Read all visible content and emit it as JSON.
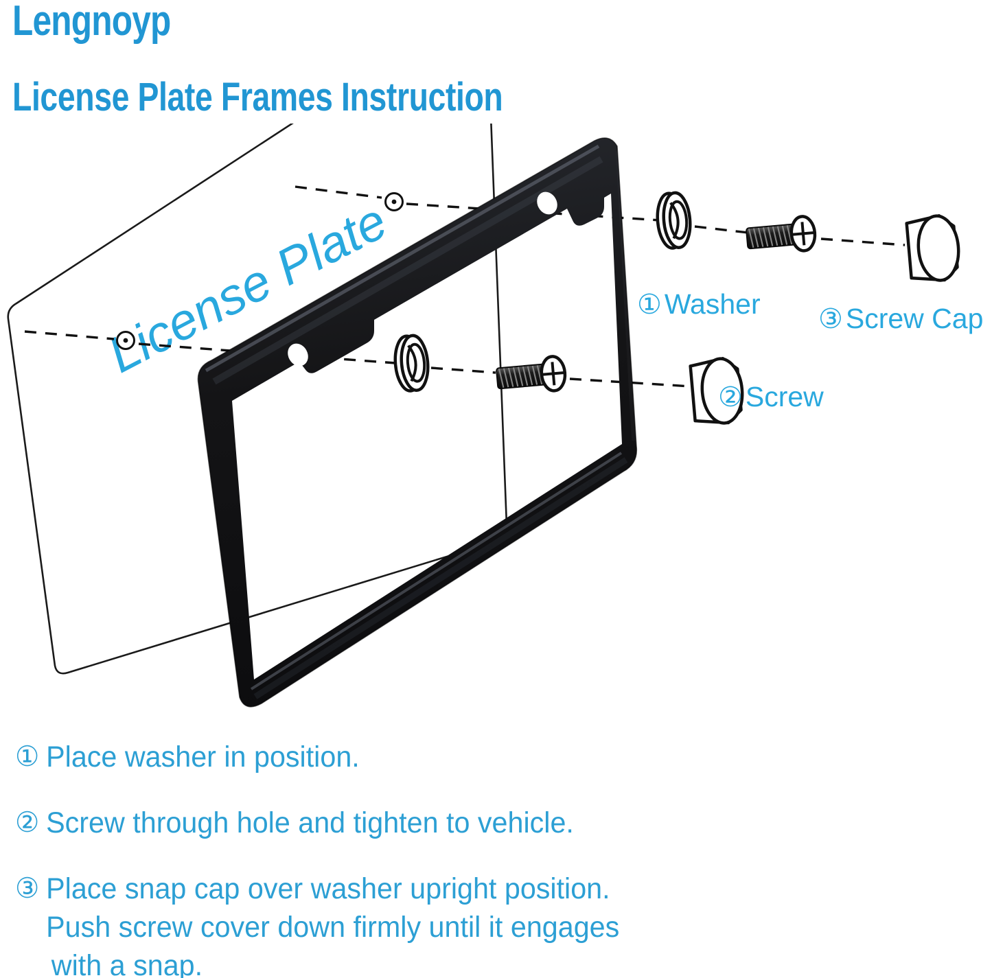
{
  "headings": {
    "brand": "Lengnoyp",
    "title": "License Plate Frames Instruction"
  },
  "diagram": {
    "plate_text": "License Plate",
    "labels": {
      "washer": {
        "number": "①",
        "text": "Washer"
      },
      "screw": {
        "number": "②",
        "text": "Screw"
      },
      "screw_cap": {
        "number": "③",
        "text": "Screw Cap"
      }
    },
    "parts": [
      {
        "name": "license-plate",
        "label": "License Plate"
      },
      {
        "name": "license-plate-frame",
        "label": ""
      },
      {
        "name": "washer",
        "label": "Washer"
      },
      {
        "name": "screw",
        "label": "Screw"
      },
      {
        "name": "screw-cap",
        "label": "Screw Cap"
      }
    ]
  },
  "instructions": [
    {
      "marker": "①",
      "lines": [
        "Place washer in position."
      ]
    },
    {
      "marker": "②",
      "lines": [
        "Screw through hole and tighten to vehicle."
      ]
    },
    {
      "marker": "③",
      "lines": [
        "Place snap cap over washer upright position.",
        "Push screw cover down firmly until it engages",
        "with a snap."
      ]
    }
  ],
  "colors": {
    "heading_blue": "#2196D3",
    "label_blue": "#29A8DE",
    "body_blue": "#2C9FD4",
    "frame_black": "#161618",
    "outline_black": "#111111",
    "background": "#FFFFFF"
  }
}
